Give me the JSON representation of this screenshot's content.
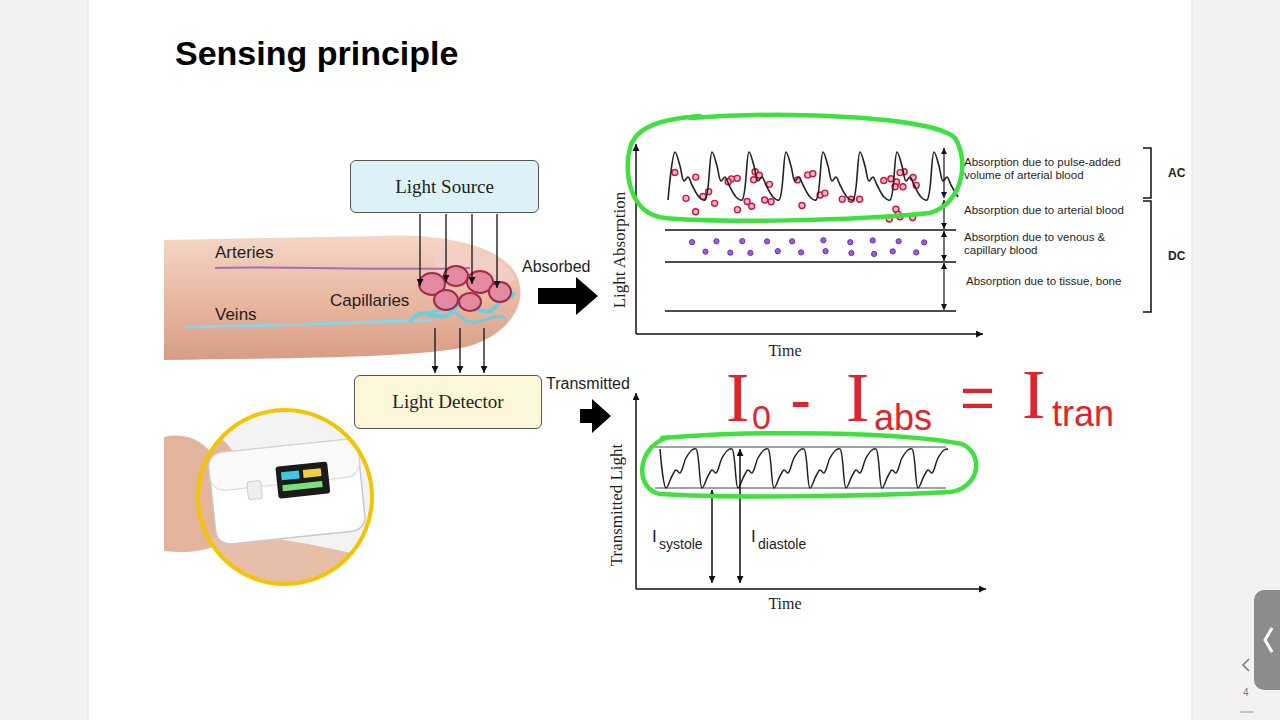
{
  "diagram": {
    "title": "Sensing principle",
    "nodes": [
      {
        "text": [
          "Light Source"
        ]
      },
      {
        "text": [
          "Light Detector"
        ]
      }
    ],
    "labels": [
      "Arteries",
      "Capillaries",
      "Veins",
      "Absorbed",
      "Transmitted",
      "Light Absorption",
      "Absorption due to pulse-added volume of arterial blood",
      "AC",
      "Absorption due to arterial blood",
      "Absorption due to venous & capillary blood",
      "DC",
      "Absorption due to tissue, bone",
      "Time",
      "I",
      "0",
      "-",
      "I",
      "abs",
      "=",
      "I",
      "tran",
      "Transmitted Light",
      "I",
      "systole",
      "I",
      "diastole",
      "Time",
      "4"
    ]
  }
}
